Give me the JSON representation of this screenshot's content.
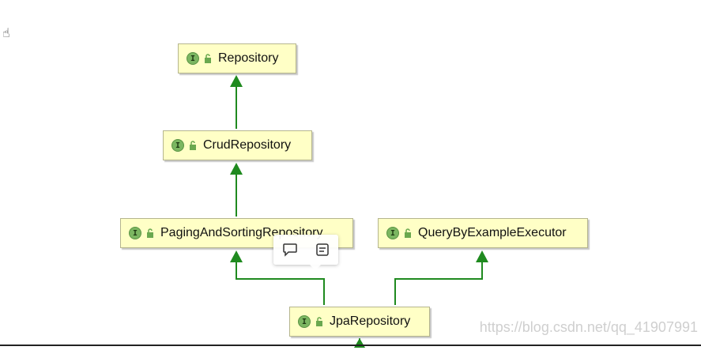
{
  "diagram": {
    "nodes": [
      {
        "id": "repository",
        "label": "Repository",
        "kind": "interface"
      },
      {
        "id": "crud",
        "label": "CrudRepository",
        "kind": "interface"
      },
      {
        "id": "paging",
        "label": "PagingAndSortingRepository",
        "kind": "interface"
      },
      {
        "id": "qbe",
        "label": "QueryByExampleExecutor",
        "kind": "interface"
      },
      {
        "id": "jpa",
        "label": "JpaRepository",
        "kind": "interface"
      }
    ],
    "edges": [
      {
        "from": "crud",
        "to": "repository",
        "type": "extends"
      },
      {
        "from": "paging",
        "to": "crud",
        "type": "extends"
      },
      {
        "from": "jpa",
        "to": "paging",
        "type": "extends"
      },
      {
        "from": "jpa",
        "to": "qbe",
        "type": "extends"
      }
    ],
    "interface_icon_letter": "I",
    "edge_color": "#1f8a1f"
  },
  "popup": {
    "icons": [
      "comment-icon",
      "note-icon"
    ]
  },
  "watermark": "https://blog.csdn.net/qq_41907991"
}
